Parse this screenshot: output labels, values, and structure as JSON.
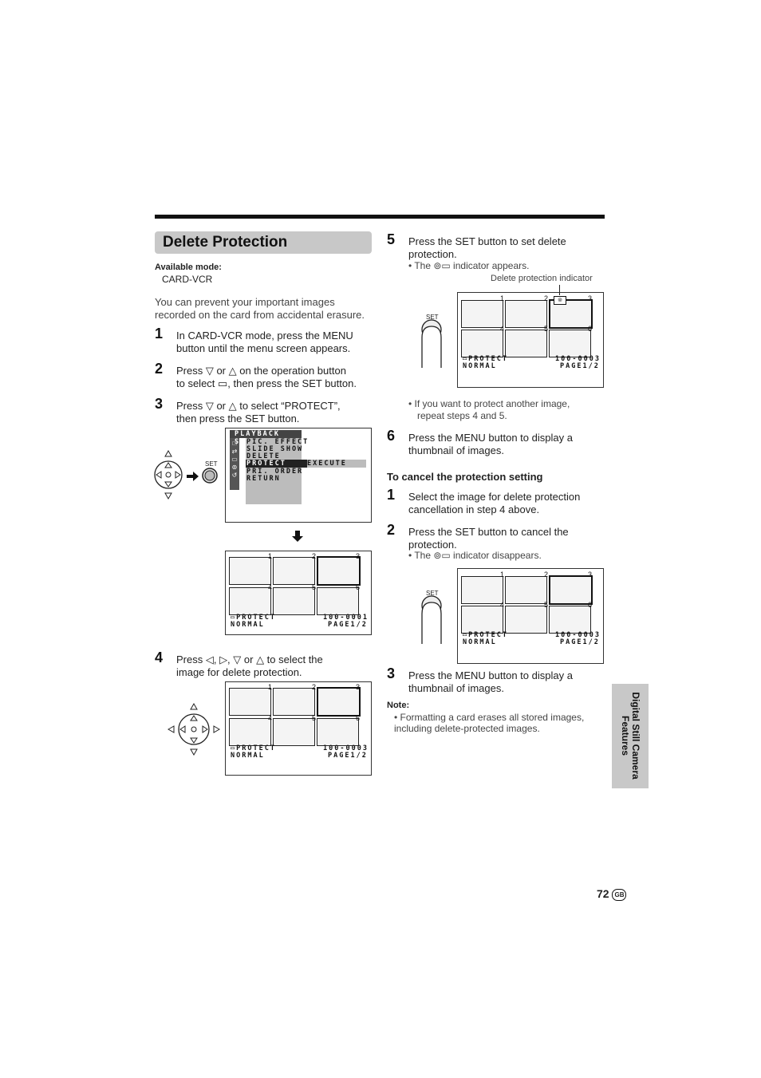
{
  "section_title": "Delete Protection",
  "available_mode_label": "Available mode:",
  "available_mode_value": "CARD-VCR",
  "intro": [
    "You can prevent your important images",
    "recorded on the card from accidental erasure."
  ],
  "left_steps": [
    {
      "num": "1",
      "lines": [
        "In CARD-VCR mode, press the MENU",
        "button until the menu screen appears."
      ]
    },
    {
      "num": "2",
      "lines": [
        "Press ▽ or △ on the operation button",
        "to select ▭, then press the SET button."
      ]
    },
    {
      "num": "3",
      "lines": [
        "Press ▽ or △ to select “PROTECT”,",
        "then press the SET button."
      ]
    },
    {
      "num": "4",
      "lines": [
        "Press ◁, ▷, ▽ or △ to select the",
        "image for delete protection."
      ]
    }
  ],
  "menu": {
    "title": "PLAYBACK SET",
    "items": [
      "PIC. EFFECT",
      "SLIDE SHOW",
      "DELETE",
      "PROTECT",
      "PRI. ORDER",
      "RETURN"
    ],
    "execute": "EXECUTE"
  },
  "set_label": "SET",
  "thumb_numbers": [
    "1",
    "2",
    "3",
    "4",
    "5",
    "6"
  ],
  "screen_status": {
    "protect": "PROTECT",
    "normal": "NORMAL",
    "page": "PAGE1/2",
    "file_a": "100-0001",
    "file_b": "100-0003"
  },
  "right_steps": {
    "step5_num": "5",
    "step5": [
      "Press the SET button to set delete",
      "protection."
    ],
    "step5_bullet": "• The ⊚▭ indicator appears.",
    "indicator_caption": "Delete protection indicator",
    "repeat_bullet": [
      "• If you want to protect another image,",
      "repeat steps 4 and 5."
    ],
    "step6_num": "6",
    "step6": [
      "Press  the MENU button to display a",
      "thumbnail of images."
    ]
  },
  "cancel": {
    "heading": "To cancel the protection setting",
    "steps": [
      {
        "num": "1",
        "lines": [
          "Select the image for delete protection",
          "cancellation in step 4 above."
        ]
      },
      {
        "num": "2",
        "lines": [
          "Press the SET button to cancel the",
          "protection."
        ]
      },
      {
        "num": "3",
        "lines": [
          "Press  the MENU button to display a",
          "thumbnail of images."
        ]
      }
    ],
    "bullet": "• The ⊚▭ indicator disappears."
  },
  "note": {
    "label": "Note:",
    "lines": [
      "• Formatting a card erases all stored images,",
      "including delete-protected images."
    ]
  },
  "side_tab": [
    "Digital Still Camera",
    "Features"
  ],
  "page_number": "72",
  "page_badge": "GB"
}
